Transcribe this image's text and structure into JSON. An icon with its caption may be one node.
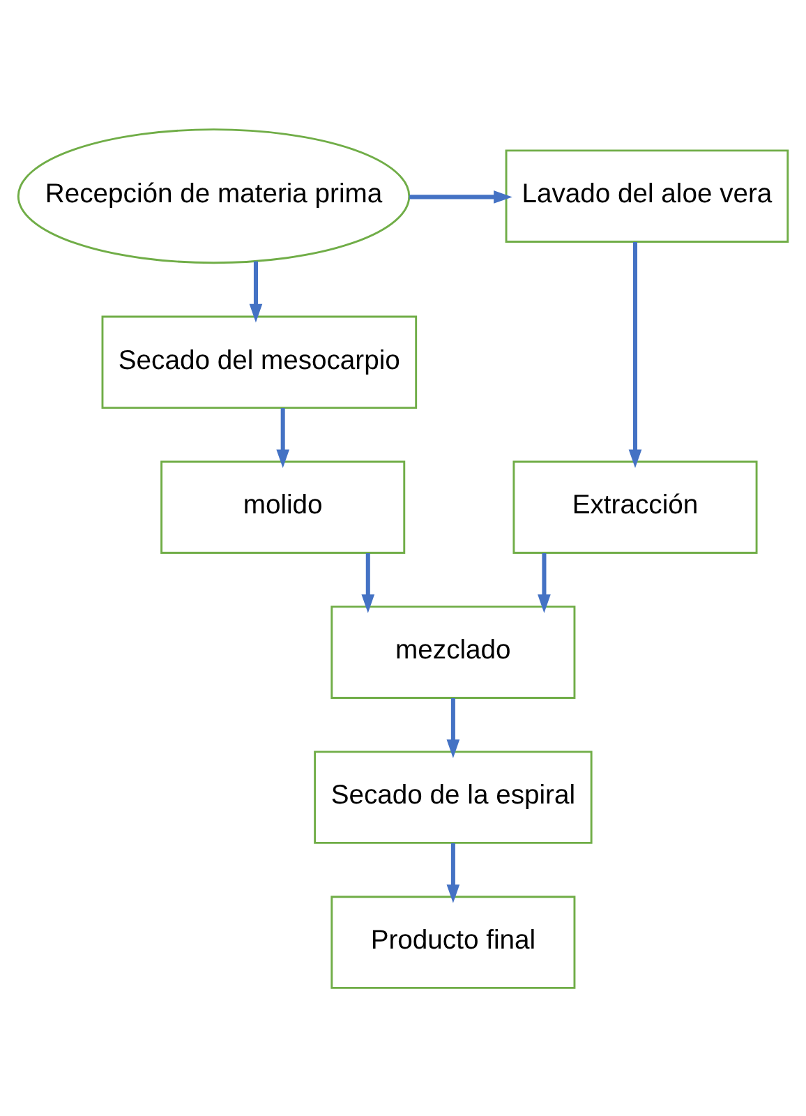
{
  "diagram": {
    "nodes": [
      {
        "text": [
          "Recepción de materia prima"
        ]
      },
      {
        "text": [
          "Lavado del aloe vera"
        ]
      },
      {
        "text": [
          "Extracción"
        ]
      },
      {
        "text": [
          "Secado del mesocarpio"
        ]
      },
      {
        "text": [
          "molido"
        ]
      },
      {
        "text": [
          "mezclado"
        ]
      },
      {
        "text": [
          "Secado de la espiral"
        ]
      },
      {
        "text": [
          "Producto final"
        ]
      }
    ],
    "edges": [
      {
        "from": 0,
        "to": 1,
        "arrow": "to"
      },
      {
        "from": 0,
        "to": 3,
        "arrow": "to"
      },
      {
        "from": 1,
        "to": 2,
        "arrow": "to"
      },
      {
        "from": 3,
        "to": 4,
        "arrow": "to"
      },
      {
        "from": 4,
        "to": 5,
        "arrow": "to"
      },
      {
        "from": 2,
        "to": 5,
        "arrow": "to"
      },
      {
        "from": 5,
        "to": 6,
        "arrow": "to"
      },
      {
        "from": 6,
        "to": 7,
        "arrow": "to"
      }
    ]
  }
}
